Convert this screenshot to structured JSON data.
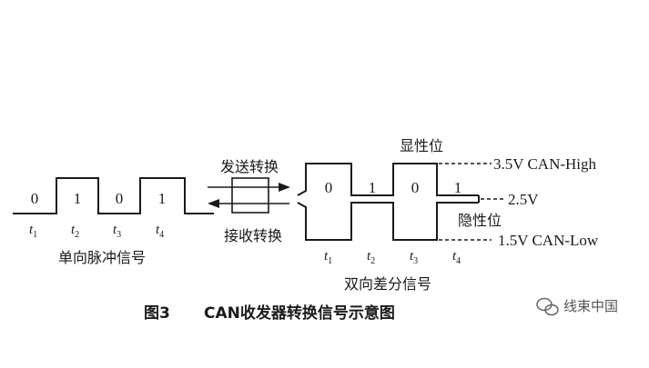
{
  "unipolar": {
    "bits": [
      "0",
      "1",
      "0",
      "1"
    ],
    "times": [
      {
        "base": "t",
        "sub": "1"
      },
      {
        "base": "t",
        "sub": "2"
      },
      {
        "base": "t",
        "sub": "3"
      },
      {
        "base": "t",
        "sub": "4"
      }
    ],
    "caption": "单向脉冲信号"
  },
  "conversion": {
    "send_label": "发送转换",
    "receive_label": "接收转换"
  },
  "differential": {
    "bits": [
      "0",
      "1",
      "0",
      "1"
    ],
    "times": [
      {
        "base": "t",
        "sub": "1"
      },
      {
        "base": "t",
        "sub": "2"
      },
      {
        "base": "t",
        "sub": "3"
      },
      {
        "base": "t",
        "sub": "4"
      }
    ],
    "caption": "双向差分信号",
    "dominant_label": "显性位",
    "recessive_label": "隐性位",
    "levels": [
      "3.5V CAN-High",
      "2.5V",
      "1.5V CAN-Low"
    ]
  },
  "figure": {
    "number": "图3",
    "title": "CAN收发器转换信号示意图"
  },
  "watermark": {
    "text": "线束中国"
  }
}
